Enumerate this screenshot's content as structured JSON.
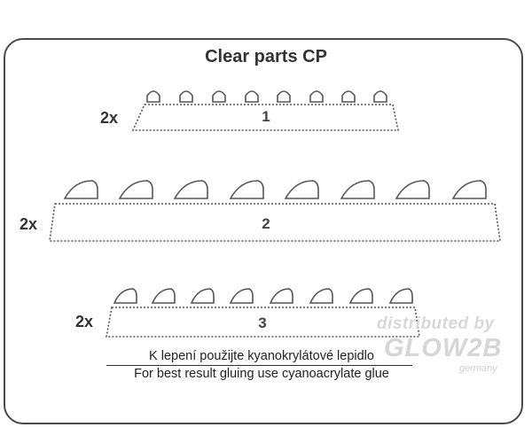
{
  "title": "Clear parts CP",
  "parts": [
    {
      "quantity": "2x",
      "number": "1"
    },
    {
      "quantity": "2x",
      "number": "2"
    },
    {
      "quantity": "2x",
      "number": "3"
    }
  ],
  "notes": {
    "czech": "K lepení použijte kyanokrylátové lepidlo",
    "english": "For best result gluing use cyanoacrylate glue"
  },
  "watermark": {
    "line1": "distributed by",
    "brand": "GLOW2B",
    "country": "germany"
  },
  "colors": {
    "outline": "#555555",
    "text": "#2b2b2b",
    "watermark": "#d6d6d6"
  }
}
